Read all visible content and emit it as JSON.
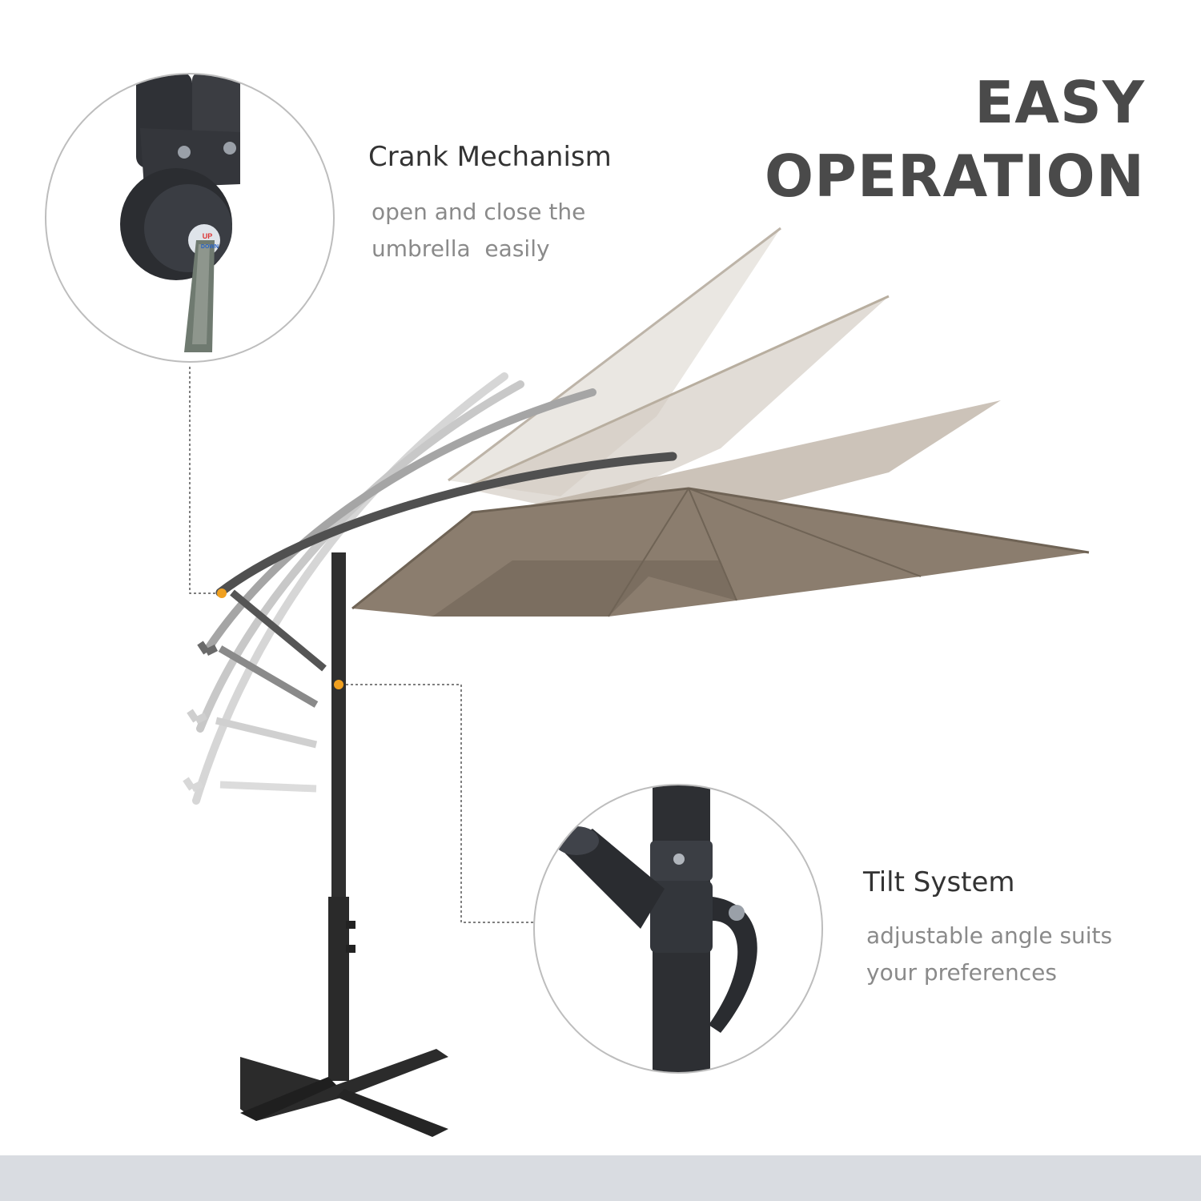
{
  "headline": {
    "line1": "EASY",
    "line2": "OPERATION"
  },
  "features": {
    "crank": {
      "title": "Crank Mechanism",
      "desc_line1": "open and close the",
      "desc_line2": "umbrella  easily",
      "icon": "crank-handle-closeup",
      "badge_text_top": "UP",
      "badge_text_bottom": "DOWN"
    },
    "tilt": {
      "title": "Tilt System",
      "desc_line1": "adjustable angle suits",
      "desc_line2": "your preferences",
      "icon": "tilt-lever-closeup"
    }
  },
  "colors": {
    "canopy": "#8b7d6e",
    "pole": "#2f2f2f",
    "accent_dot": "#f0a020",
    "footer": "#d9dce1"
  }
}
